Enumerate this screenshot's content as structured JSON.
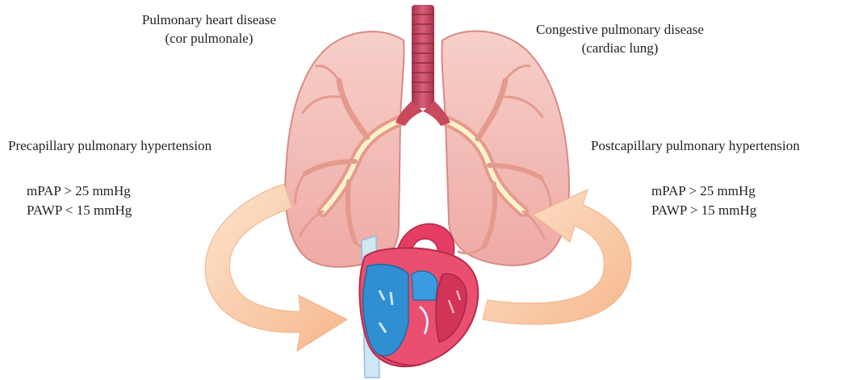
{
  "labels": {
    "top_left": {
      "line1": "Pulmonary heart disease",
      "line2": "(cor pulmonale)"
    },
    "top_right": {
      "line1": "Congestive pulmonary disease",
      "line2": "(cardiac lung)"
    },
    "left": {
      "title": "Precapillary pulmonary hypertension",
      "mpap": "mPAP > 25 mmHg",
      "pawp": "PAWP < 15 mmHg"
    },
    "right": {
      "title": "Postcapillary pulmonary hypertension",
      "mpap": "mPAP > 25 mmHg",
      "pawp": "PAWP > 15 mmHg"
    }
  },
  "colors": {
    "lung_fill": "#f3b9b3",
    "lung_stroke": "#d98a86",
    "bronchi": "#e59a8e",
    "bronchi_core": "#fbf3c9",
    "trachea": "#c94a5c",
    "arrow_fill": "#f8c9a4",
    "heart_red": "#e43c62",
    "heart_blue": "#2f8fd1",
    "heart_light": "#cfe6f3"
  },
  "icons": [
    "lungs-illustration",
    "trachea-illustration",
    "heart-illustration",
    "curved-arrow-left",
    "curved-arrow-right"
  ]
}
